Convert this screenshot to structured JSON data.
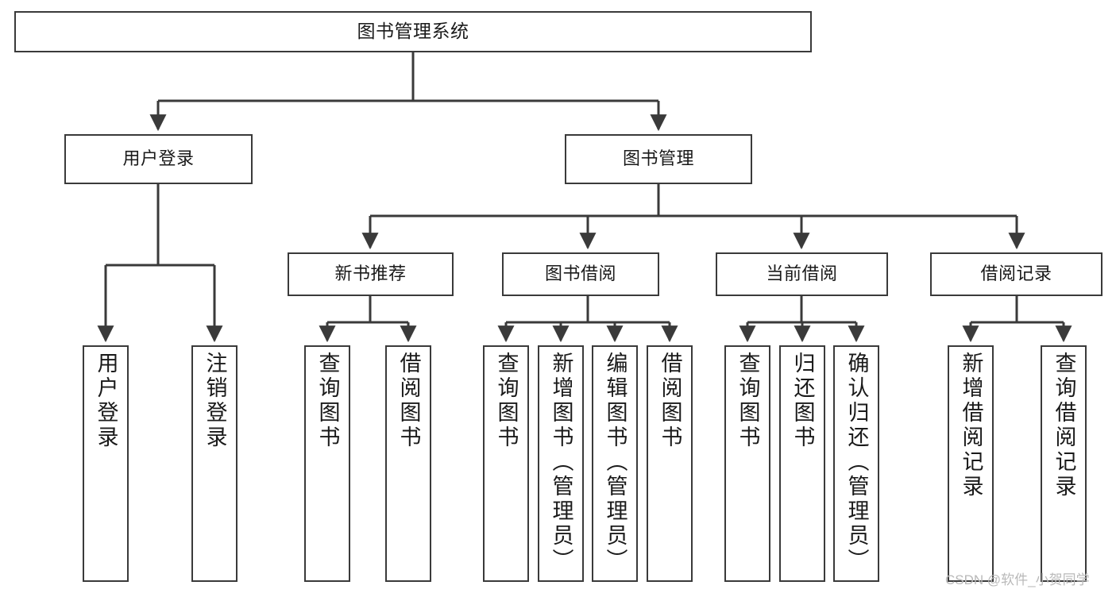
{
  "diagram": {
    "title": "图书管理系统",
    "watermark": "CSDN @软件_小贺同学",
    "root": {
      "label": "图书管理系统"
    },
    "level1": [
      {
        "label": "用户登录"
      },
      {
        "label": "图书管理"
      }
    ],
    "level2": [
      {
        "label": "新书推荐"
      },
      {
        "label": "图书借阅"
      },
      {
        "label": "当前借阅"
      },
      {
        "label": "借阅记录"
      }
    ],
    "leaves": {
      "user_login": [
        {
          "label": "用户登录"
        },
        {
          "label": "注销登录"
        }
      ],
      "new_book_recommend": [
        {
          "label": "查询图书"
        },
        {
          "label": "借阅图书"
        }
      ],
      "book_borrow": [
        {
          "label": "查询图书"
        },
        {
          "label": "新增图书（管理员）"
        },
        {
          "label": "编辑图书（管理员）"
        },
        {
          "label": "借阅图书"
        }
      ],
      "current_borrow": [
        {
          "label": "查询图书"
        },
        {
          "label": "归还图书"
        },
        {
          "label": "确认归还（管理员）"
        }
      ],
      "borrow_record": [
        {
          "label": "新增借阅记录"
        },
        {
          "label": "查询借阅记录"
        }
      ]
    },
    "colors": {
      "stroke": "#3a3a3a",
      "fill": "#ffffff",
      "text": "#1a1a1a",
      "watermark": "#b9b9b9"
    }
  }
}
